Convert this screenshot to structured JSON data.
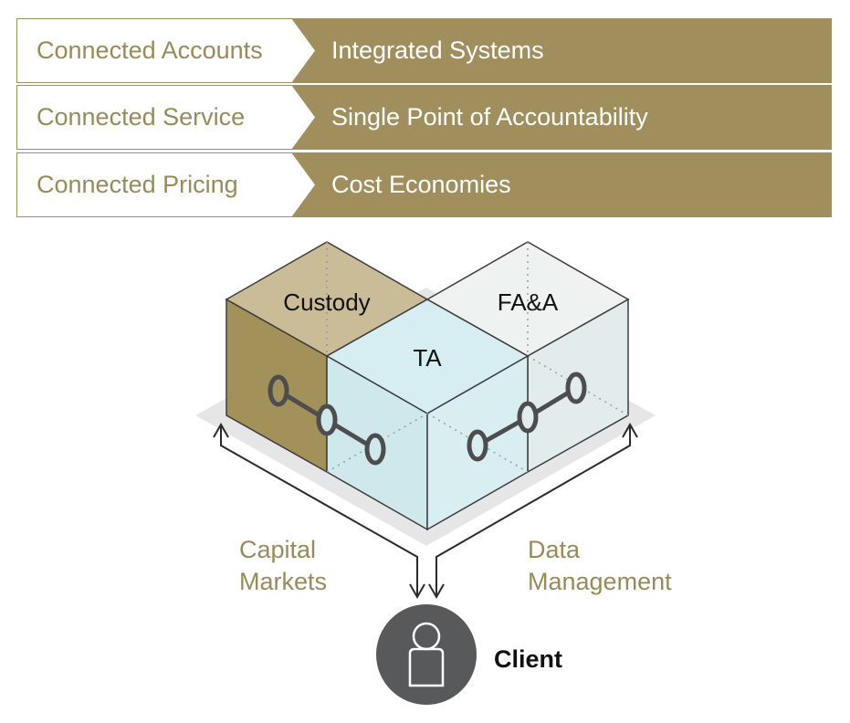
{
  "table": {
    "rows": [
      {
        "left": "Connected Accounts",
        "right": "Integrated Systems"
      },
      {
        "left": "Connected Service",
        "right": "Single Point of Accountability"
      },
      {
        "left": "Connected Pricing",
        "right": "Cost Economies"
      }
    ]
  },
  "diagram": {
    "blocks": {
      "custody": "Custody",
      "ta": "TA",
      "faa": "FA&A"
    },
    "flows": {
      "left_line1": "Capital",
      "left_line2": "Markets",
      "right_line1": "Data",
      "right_line2": "Management"
    },
    "client": "Client"
  },
  "colors": {
    "gold": "#9a8a58",
    "gold_dark": "#a08f5d",
    "custody_top": "#c9bc97",
    "custody_side": "#a3915a",
    "ta_light": "#d6eef1",
    "faa_light": "#eef3f2",
    "client_circle": "#58595b"
  }
}
